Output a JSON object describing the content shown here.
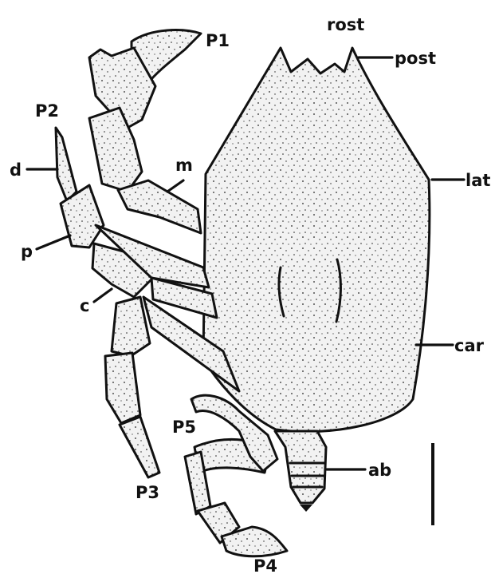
{
  "labels": {
    "rost": "rost",
    "post": "post",
    "lat": "lat",
    "car": "car",
    "ab": "ab",
    "p1": "P1",
    "p2": "P2",
    "p3": "P3",
    "p4": "P4",
    "p5": "P5",
    "d": "d",
    "p": "p",
    "c": "c",
    "m": "m"
  },
  "colors": {
    "ink": "#111111",
    "paper": "#ffffff"
  }
}
